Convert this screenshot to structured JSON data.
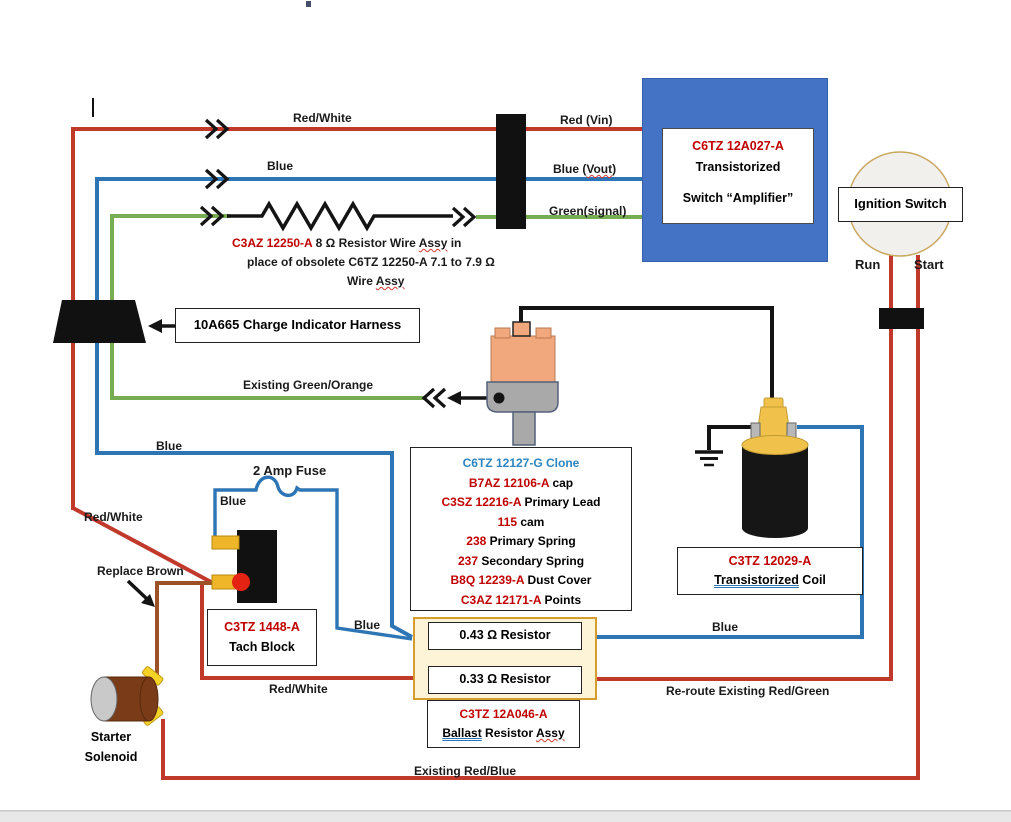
{
  "colors": {
    "wire_red": "#c0392b",
    "wire_blue": "#2e75b6",
    "wire_green": "#76ad53",
    "wire_brown": "#9c5226",
    "wire_black": "#141414",
    "amplifier_box_blue": "#4472c4",
    "part_number_red": "#c00000",
    "part_number_blue": "#2e86c1",
    "terminal_gold": "#f0b62a",
    "ballast_fill": "#fdf3d7",
    "ballast_border": "#d79c2e"
  },
  "wire_labels": {
    "red_white_top": "Red/White",
    "blue_top": "Blue",
    "red_vin": "Red (Vin)",
    "blue_vout_pre": "Blue (",
    "blue_vout_word": "Vout",
    "blue_vout_post": ")",
    "green_signal": "Green(signal)",
    "existing_green_orange": "Existing Green/Orange",
    "blue_mid": "Blue",
    "two_amp_fuse": "2 Amp Fuse",
    "blue_fuse": "Blue",
    "red_white_left": "Red/White",
    "replace_brown": "Replace Brown",
    "blue_coil": "Blue",
    "blue_ballast": "Blue",
    "red_white_bottom": "Red/White",
    "reroute_red_green": "Re-route Existing Red/Green",
    "existing_red_blue": "Existing Red/Blue"
  },
  "resistor_note": {
    "part": "C3AZ 12250-A",
    "rest_a": " 8 Ω Resistor Wire ",
    "assy": "Assy",
    "rest_b": " in",
    "line2": "place of obsolete C6TZ 12250-A 7.1 to 7.9 Ω",
    "line3_pre": "Wire ",
    "line3_assy": "Assy"
  },
  "amplifier": {
    "part": "C6TZ 12A027-A",
    "line2": "Transistorized",
    "line3": "Switch “Amplifier”"
  },
  "ignition": {
    "title": "Ignition Switch",
    "run": "Run",
    "start": "Start"
  },
  "charge_harness": {
    "label": "10A665 Charge Indicator Harness"
  },
  "distributor_parts": {
    "title": "C6TZ 12127-G Clone",
    "items": [
      {
        "code": "B7AZ 12106-A",
        "desc": " cap"
      },
      {
        "code": "C3SZ 12216-A",
        "desc": " Primary Lead"
      },
      {
        "code": "115",
        "desc": " cam"
      },
      {
        "code": "238",
        "desc": " Primary Spring"
      },
      {
        "code": "237",
        "desc": " Secondary Spring"
      },
      {
        "code": "B8Q 12239-A",
        "desc": " Dust Cover"
      },
      {
        "code": "C3AZ 12171-A",
        "desc": " Points"
      }
    ]
  },
  "coil_label": {
    "part": "C3TZ 12029-A",
    "word": "Transistorized",
    "rest": " Coil"
  },
  "tach": {
    "part": "C3TZ 1448-A",
    "name": "Tach Block"
  },
  "ballast": {
    "r1": "0.43 Ω Resistor",
    "r2": "0.33 Ω Resistor",
    "part": "C3TZ 12A046-A",
    "word": "Ballast",
    "mid": " Resistor ",
    "assy": "Assy"
  },
  "solenoid": {
    "line1": "Starter",
    "line2": "Solenoid"
  }
}
